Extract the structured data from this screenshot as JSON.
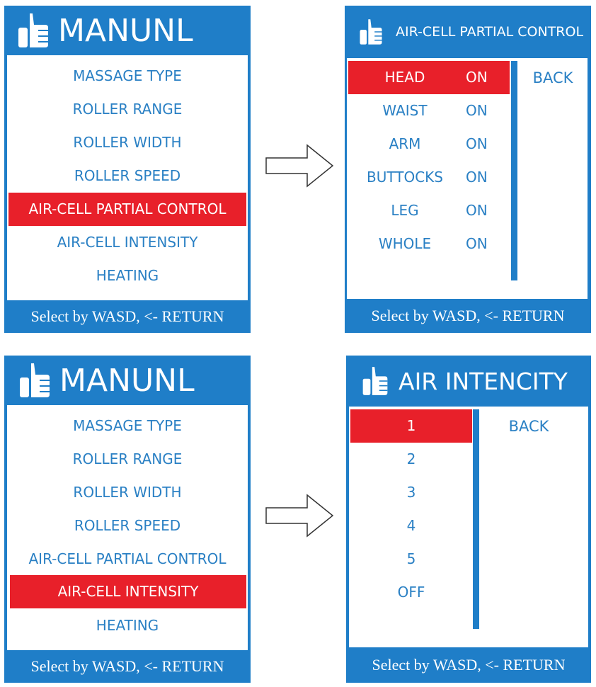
{
  "colors": {
    "panel_blue": "#1f7ec8",
    "item_text_blue": "#2a80c4",
    "selected_red": "#e8202a",
    "white": "#ffffff"
  },
  "icons": {
    "header_icon": "thumbs-up-icon",
    "arrow_icon": "right-arrow-icon"
  },
  "screen1": {
    "title": "MANUNL",
    "items": [
      "MASSAGE TYPE",
      "ROLLER RANGE",
      "ROLLER WIDTH",
      "ROLLER SPEED",
      "AIR-CELL PARTIAL CONTROL",
      "AIR-CELL INTENSITY",
      "HEATING"
    ],
    "selected_index": 4,
    "footer": "Select by WASD, <- RETURN"
  },
  "screen2": {
    "title": "AIR-CELL PARTIAL CONTROL",
    "options": [
      {
        "name": "HEAD",
        "value": "ON"
      },
      {
        "name": "WAIST",
        "value": "ON"
      },
      {
        "name": "ARM",
        "value": "ON"
      },
      {
        "name": "BUTTOCKS",
        "value": "ON"
      },
      {
        "name": "LEG",
        "value": "ON"
      },
      {
        "name": "WHOLE",
        "value": "ON"
      }
    ],
    "selected_index": 0,
    "back_label": "BACK",
    "footer": "Select by WASD, <- RETURN"
  },
  "screen3": {
    "title": "MANUNL",
    "items": [
      "MASSAGE TYPE",
      "ROLLER RANGE",
      "ROLLER WIDTH",
      "ROLLER SPEED",
      "AIR-CELL PARTIAL CONTROL",
      "AIR-CELL INTENSITY",
      "HEATING"
    ],
    "selected_index": 5,
    "footer": "Select by WASD, <- RETURN"
  },
  "screen4": {
    "title": "AIR INTENCITY",
    "options": [
      "1",
      "2",
      "3",
      "4",
      "5",
      "OFF"
    ],
    "selected_index": 0,
    "back_label": "BACK",
    "footer": "Select by WASD, <- RETURN"
  }
}
